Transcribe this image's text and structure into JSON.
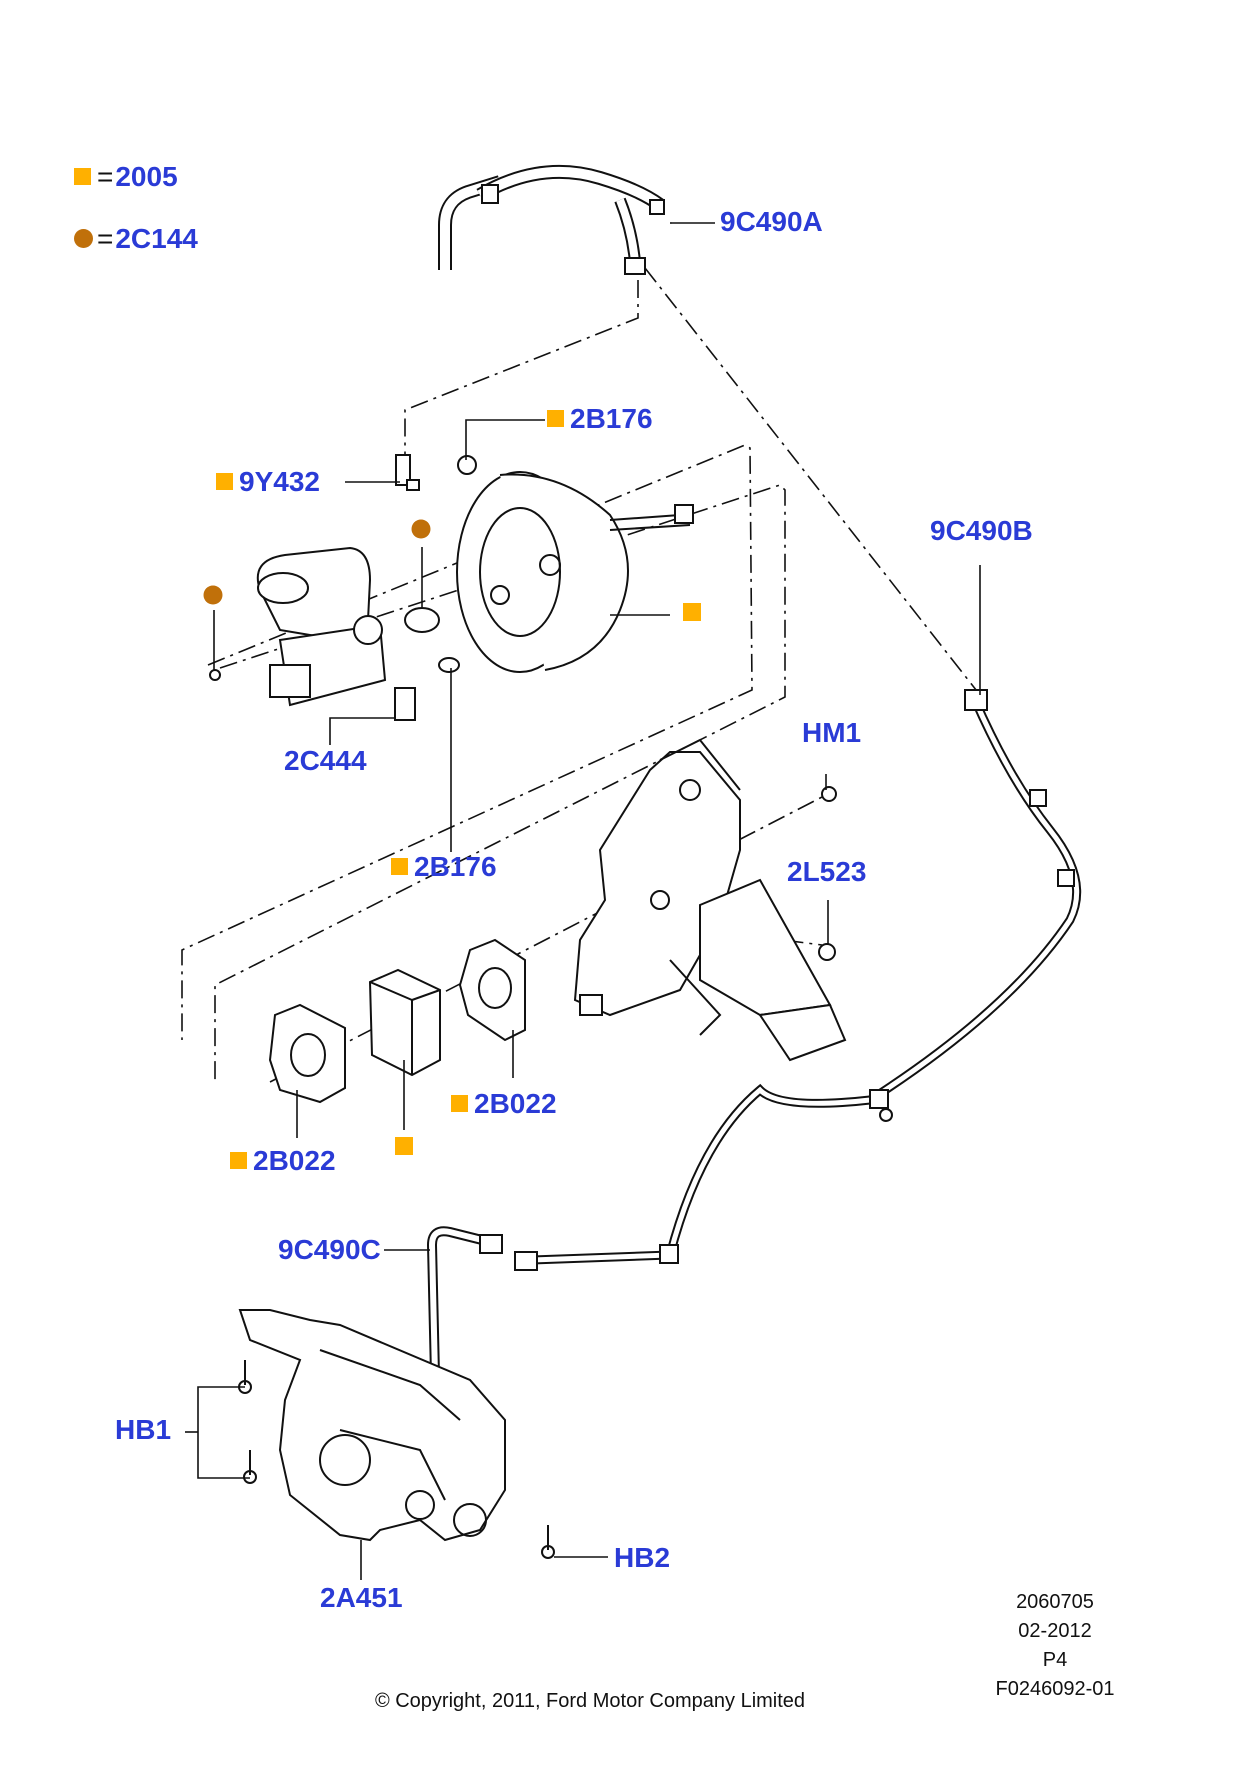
{
  "legend": {
    "square_code": "2005",
    "circle_code": "2C144",
    "equals": "="
  },
  "colors": {
    "label_blue": "#2a3bd6",
    "square_orange": "#ffb000",
    "circle_brown": "#c0700a"
  },
  "callouts": {
    "c_9c490a": "9C490A",
    "c_2b176_top": "2B176",
    "c_9y432": "9Y432",
    "c_9c490b": "9C490B",
    "c_2c444": "2C444",
    "c_hm1": "HM1",
    "c_2b176_bottom": "2B176",
    "c_2l523": "2L523",
    "c_2b022_right": "2B022",
    "c_2b022_left": "2B022",
    "c_9c490c": "9C490C",
    "c_hb1": "HB1",
    "c_hb2": "HB2",
    "c_2a451": "2A451"
  },
  "footer": {
    "copyright": "© Copyright, 2011, Ford Motor Company Limited",
    "code_number": "2060705",
    "code_date": "02-2012",
    "code_page": "P4",
    "code_ref": "F0246092-01"
  }
}
